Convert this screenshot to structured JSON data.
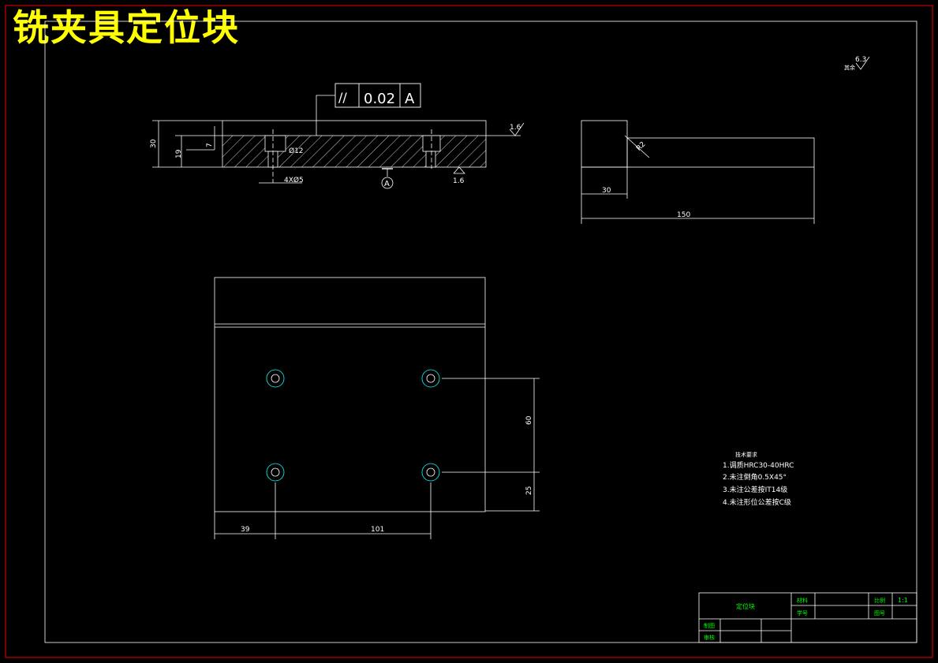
{
  "title": "铣夹具定位块",
  "surface_mark_general": {
    "value": "6.3",
    "label": "其余"
  },
  "front_view": {
    "tolerance_frame": {
      "symbol": "//",
      "value": "0.02",
      "datum": "A"
    },
    "dims": {
      "height_total": "30",
      "height_lower": "19",
      "height_upper": "7",
      "hole": "Ø12",
      "thread": "4XØ5"
    },
    "surface_marks": [
      "1.6",
      "1.6"
    ],
    "datum_label": "A"
  },
  "side_view": {
    "dims": {
      "left": "30",
      "total": "150",
      "radius": "R2"
    }
  },
  "top_view": {
    "dims": {
      "left": "39",
      "pitch_x": "101",
      "pitch_y": "60",
      "bottom": "25"
    }
  },
  "tech_requirements": {
    "heading": "技术要求",
    "items": [
      "1.调质HRC30-40HRC",
      "2.未注倒角0.5X45°",
      "3.未注公差按IT14级",
      "4.未注形位公差按C级"
    ]
  },
  "title_block": {
    "part_name": "定位块",
    "material_label": "材料",
    "ratio_label": "比例",
    "ratio_value": "1:1",
    "drawing_no_label": "学号",
    "sheet_label": "图号",
    "drawn_label": "制图",
    "check_label": "审核"
  },
  "colors": {
    "frame": "#ff0000",
    "line": "#ffffff",
    "title": "#ffff00",
    "text": "#ffffff",
    "green": "#00ff00",
    "cyan": "#00ffff"
  }
}
